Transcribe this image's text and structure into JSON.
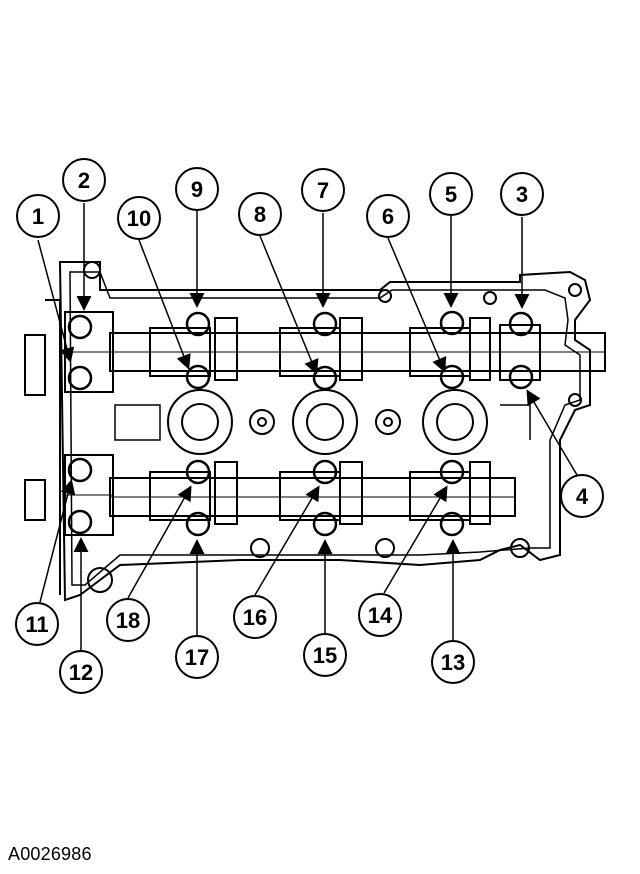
{
  "figure_id": "A0026986",
  "callouts": [
    {
      "label": "1"
    },
    {
      "label": "2"
    },
    {
      "label": "3"
    },
    {
      "label": "4"
    },
    {
      "label": "5"
    },
    {
      "label": "6"
    },
    {
      "label": "7"
    },
    {
      "label": "8"
    },
    {
      "label": "9"
    },
    {
      "label": "10"
    },
    {
      "label": "11"
    },
    {
      "label": "12"
    },
    {
      "label": "13"
    },
    {
      "label": "14"
    },
    {
      "label": "15"
    },
    {
      "label": "16"
    },
    {
      "label": "17"
    },
    {
      "label": "18"
    }
  ],
  "colors": {
    "line": "#000000",
    "background": "#ffffff"
  }
}
